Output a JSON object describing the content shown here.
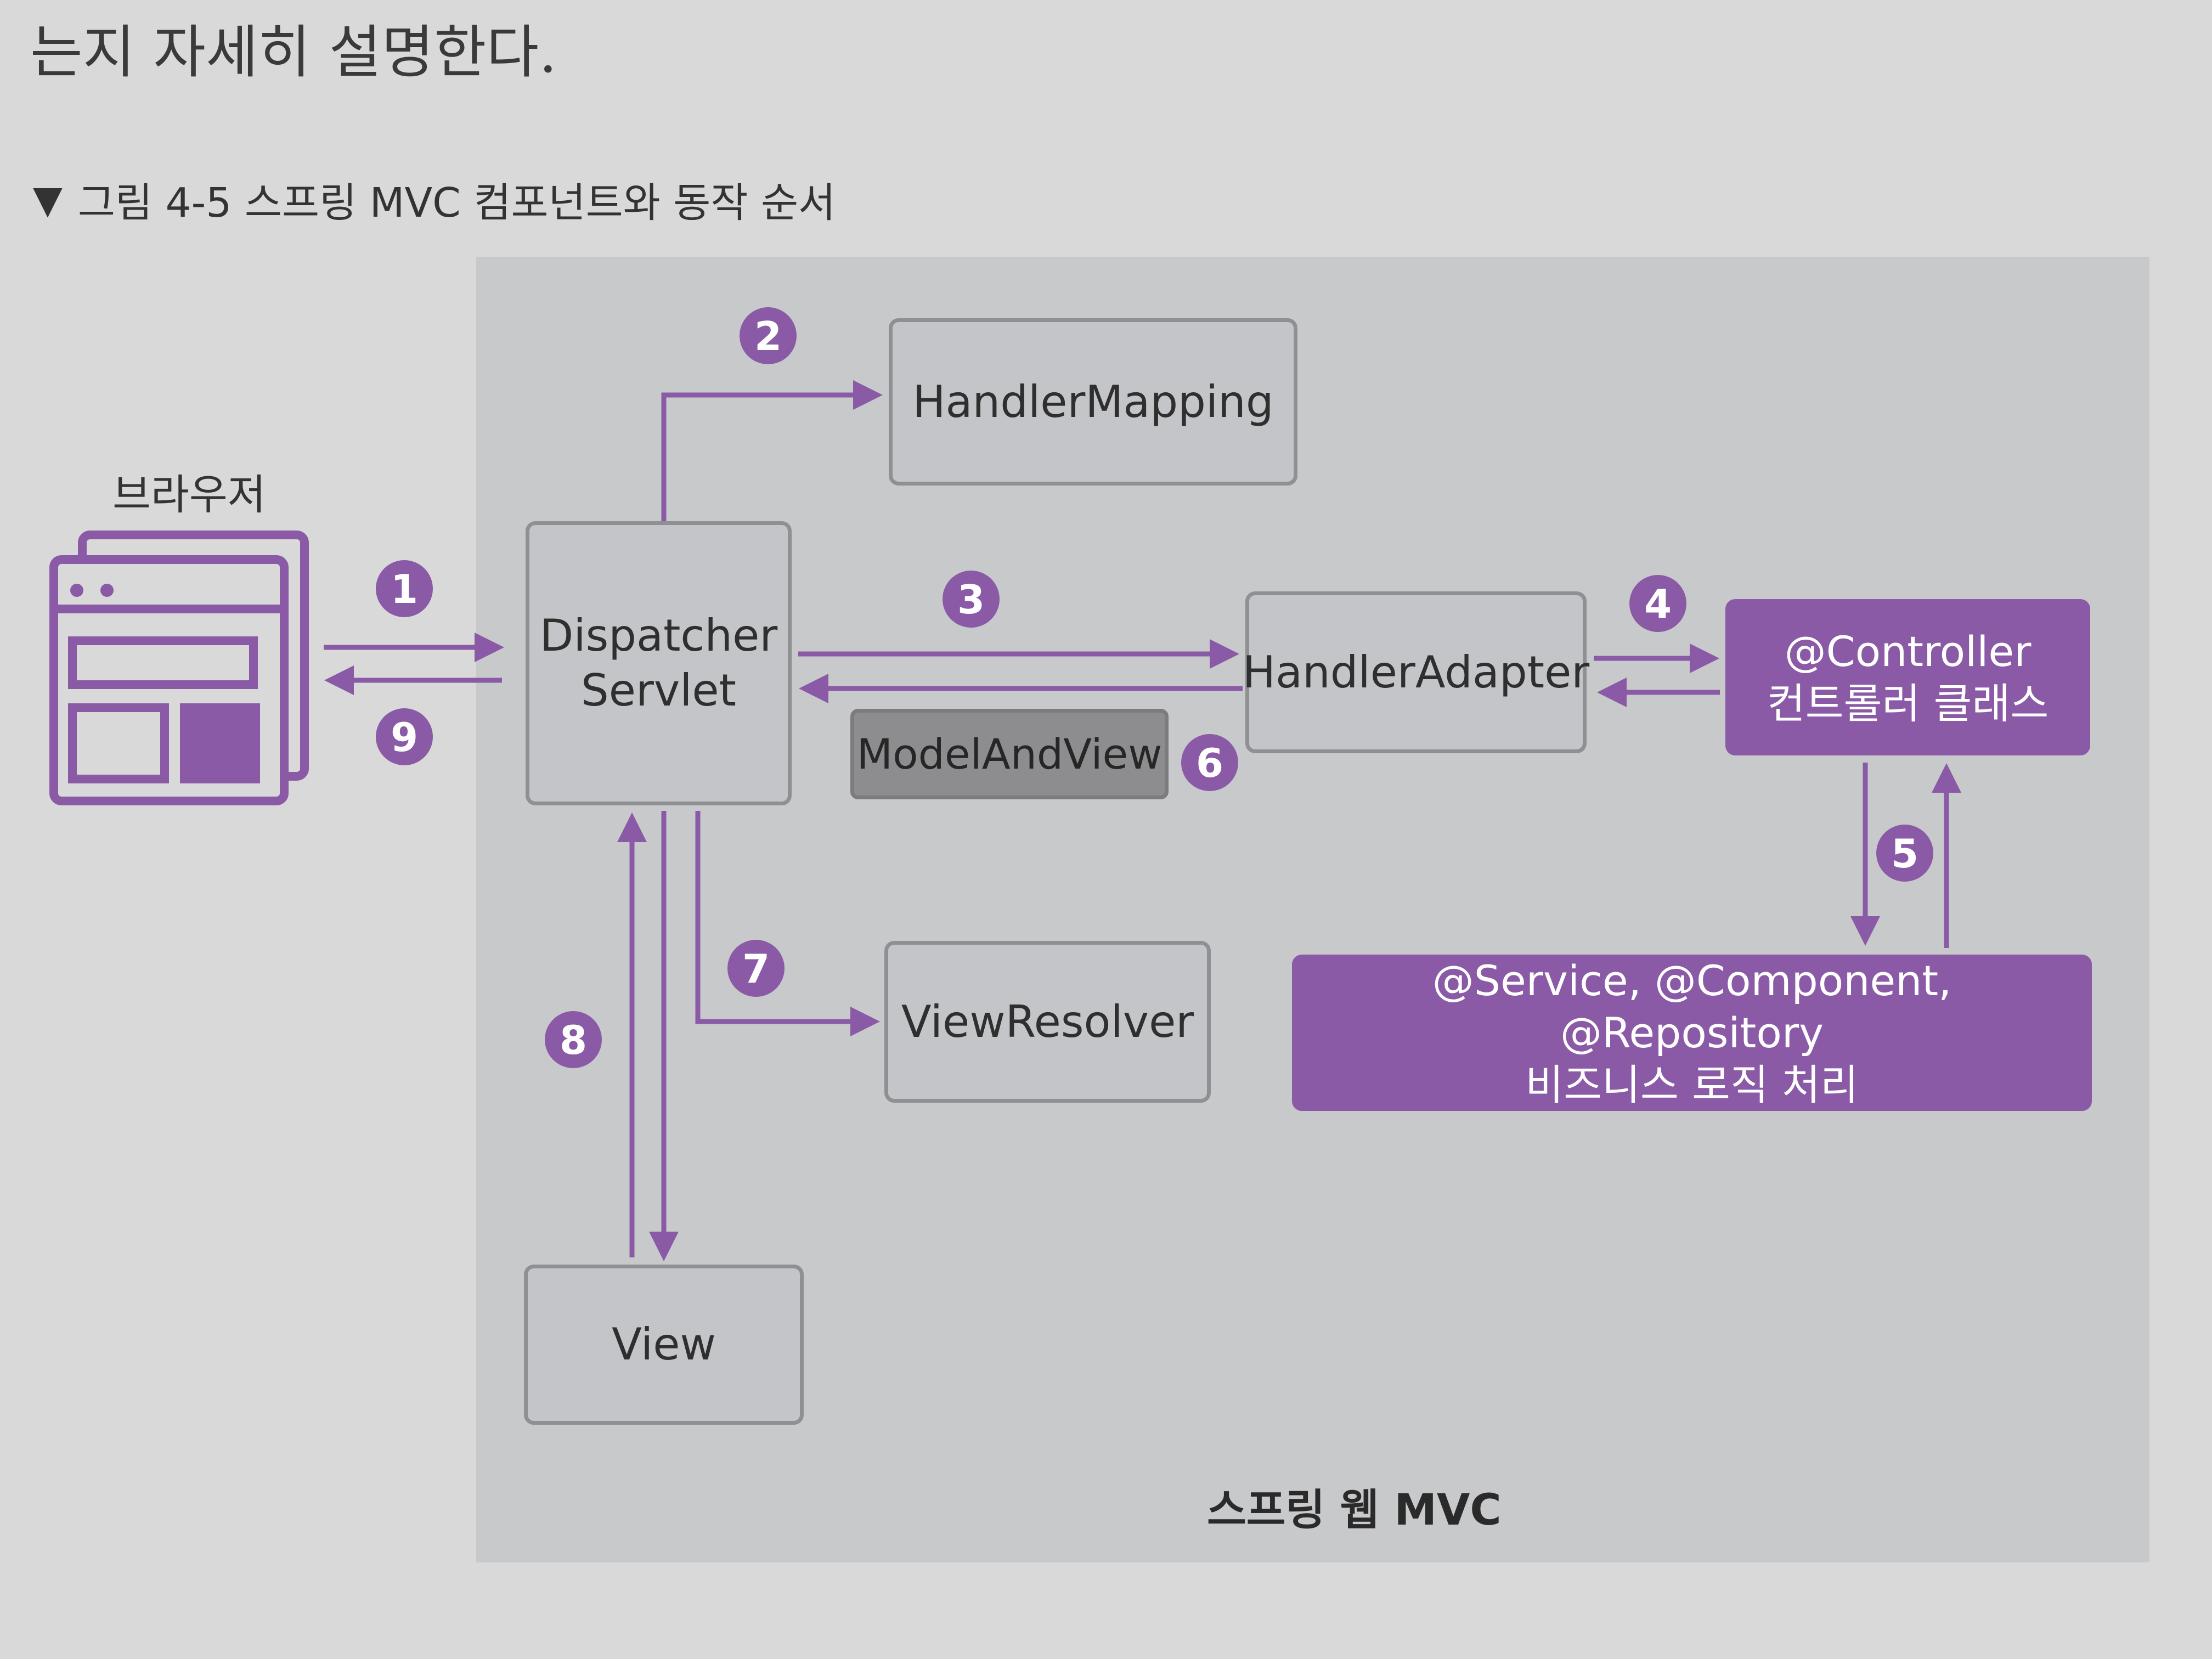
{
  "page": {
    "intro_text": "는지 자세히 설명한다.",
    "caption_mark": "▼",
    "caption": "그림 4-5 스프링 MVC 컴포넌트와 동작 순서"
  },
  "colors": {
    "accent": "#8a5aa6",
    "box_fill": "#c4c5c8",
    "box_border": "#8f9093",
    "panel": "#c8c9cb",
    "background": "#d8d9d8"
  },
  "diagram": {
    "browser_label": "브라우저",
    "panel_label": "스프링 웹 MVC",
    "components": {
      "handler_mapping": "HandlerMapping",
      "dispatcher_servlet": "Dispatcher\nServlet",
      "handler_adapter": "HandlerAdapter",
      "controller": "@Controller\n컨트롤러 클래스",
      "model_and_view": "ModelAndView",
      "view_resolver": "ViewResolver",
      "service": "@Service, @Component, @Repository\n비즈니스 로직 처리",
      "view": "View"
    },
    "steps": [
      "1",
      "2",
      "3",
      "4",
      "5",
      "6",
      "7",
      "8",
      "9"
    ]
  }
}
